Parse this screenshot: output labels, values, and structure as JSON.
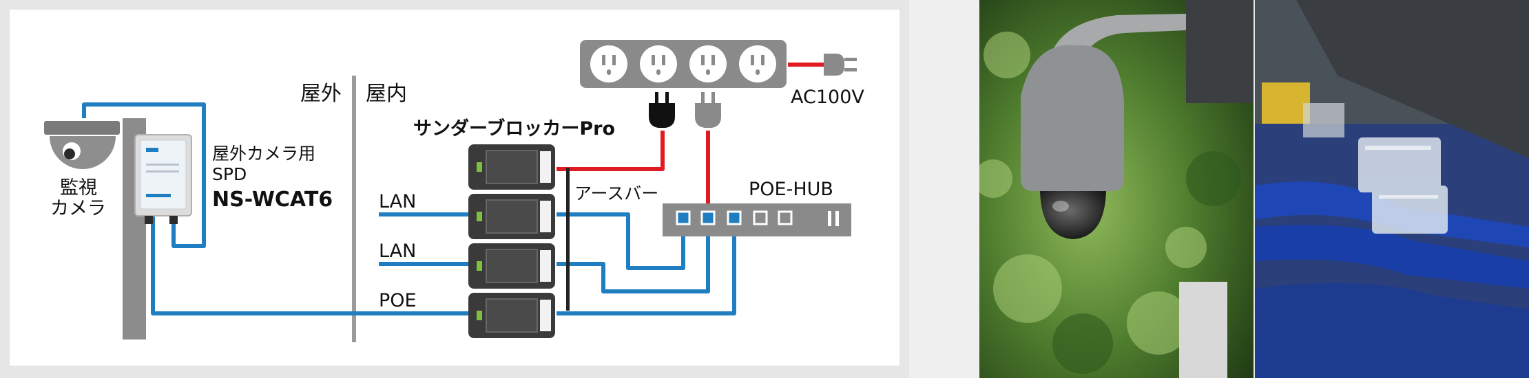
{
  "diagram": {
    "zone_outdoor": "屋外",
    "zone_indoor": "屋内",
    "product_title": "サンダーブロッカーPro",
    "camera_label_1": "監視",
    "camera_label_2": "カメラ",
    "spd_caption_1": "屋外カメラ用",
    "spd_caption_2": "SPD",
    "spd_model": "NS-WCAT6",
    "port_labels": [
      "LAN",
      "LAN",
      "POE"
    ],
    "earth_bar": "アースバー",
    "hub": "POE-HUB",
    "ac": "AC100V"
  },
  "colors": {
    "cable_blue": "#1f7ec2",
    "power_red": "#e11b22",
    "pole_gray": "#8c8c8c",
    "hub_gray": "#8a8a8a",
    "device_dark": "#3a3a3a"
  },
  "icons": [
    "dome-camera-icon",
    "power-strip-icon",
    "power-plug-icon",
    "spd-box-icon",
    "surge-protector-icon",
    "poe-hub-icon"
  ]
}
